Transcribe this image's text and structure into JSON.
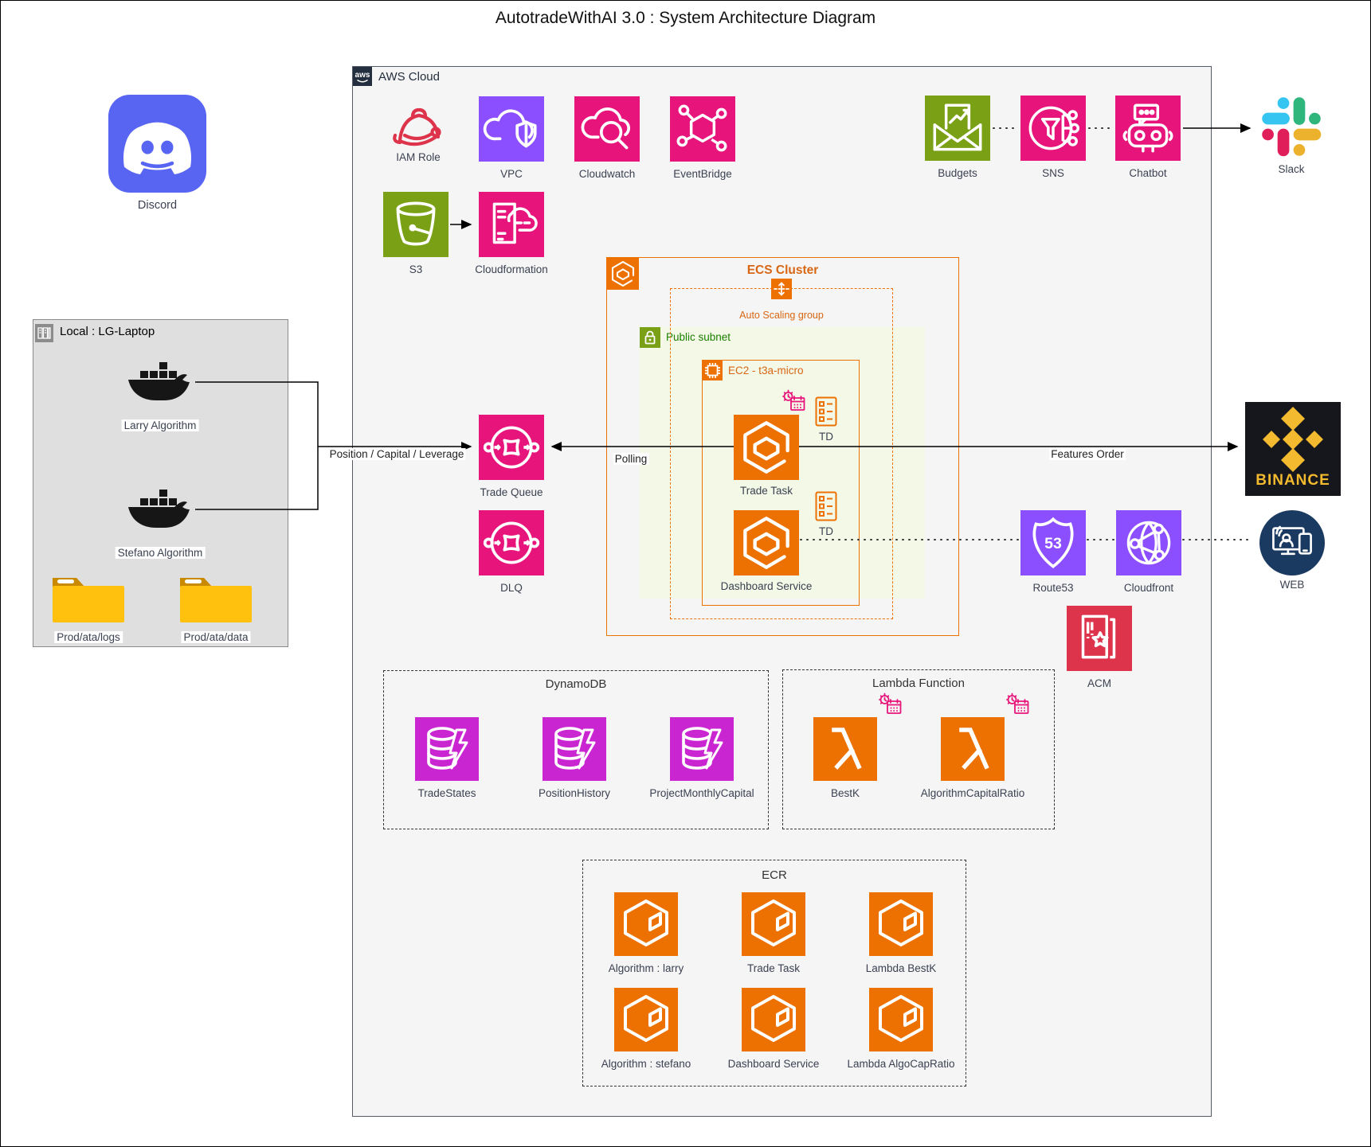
{
  "title": "AutotradeWithAI 3.0 : System Architecture Diagram",
  "aws": {
    "badge": "aws",
    "header": "AWS Cloud",
    "iam_role": "IAM Role",
    "vpc": "VPC",
    "cloudwatch": "Cloudwatch",
    "eventbridge": "EventBridge",
    "budgets": "Budgets",
    "sns": "SNS",
    "chatbot": "Chatbot",
    "s3": "S3",
    "cloudformation": "Cloudformation",
    "trade_queue": "Trade Queue",
    "dlq": "DLQ",
    "route53": "Route53",
    "r53_number": "53",
    "cloudfront": "Cloudfront",
    "acm": "ACM"
  },
  "ecs": {
    "title": "ECS Cluster",
    "auto_scaling": "Auto Scaling group",
    "public_subnet": "Public subnet",
    "ec2_title": "EC2 - t3a-micro",
    "trade_task": "Trade Task",
    "td_top": "TD",
    "td_bottom": "TD",
    "dashboard_service": "Dashboard Service"
  },
  "dynamodb": {
    "title": "DynamoDB",
    "tables": [
      "TradeStates",
      "PositionHistory",
      "ProjectMonthlyCapital"
    ]
  },
  "lambda": {
    "title": "Lambda Function",
    "functions": [
      "BestK",
      "AlgorithmCapitalRatio"
    ]
  },
  "ecr": {
    "title": "ECR",
    "repos": [
      "Algorithm : larry",
      "Trade Task",
      "Lambda BestK",
      "Algorithm : stefano",
      "Dashboard Service",
      "Lambda AlgoCapRatio"
    ]
  },
  "local": {
    "header": "Local : LG-Laptop",
    "larry": "Larry Algorithm",
    "stefano": "Stefano Algorithm",
    "folder_logs": "Prod/ata/logs",
    "folder_data": "Prod/ata/data"
  },
  "external": {
    "discord": "Discord",
    "slack": "Slack",
    "binance": "BINANCE",
    "web": "WEB"
  },
  "edges": {
    "position": "Position / Capital / Leverage",
    "polling": "Polling",
    "features": "Features Order"
  },
  "colors": {
    "aws_orange": "#ED7100",
    "orange_text": "#D86613",
    "aws_pink": "#E7157B",
    "aws_purple": "#8C4FFF",
    "aws_green": "#7AA116",
    "green_text": "#1D8102",
    "aws_red": "#DD344C",
    "dynamodb_magenta": "#C925D1",
    "discord_blue": "#5865F2",
    "binance_yellow": "#F3BA2F",
    "web_navy": "#1B3A61",
    "slack_blue": "#36C5F0",
    "slack_green": "#2EB67D",
    "slack_red": "#E01E5A",
    "slack_yellow": "#ECB22E",
    "subnet_fill": "#F3F8E7"
  }
}
